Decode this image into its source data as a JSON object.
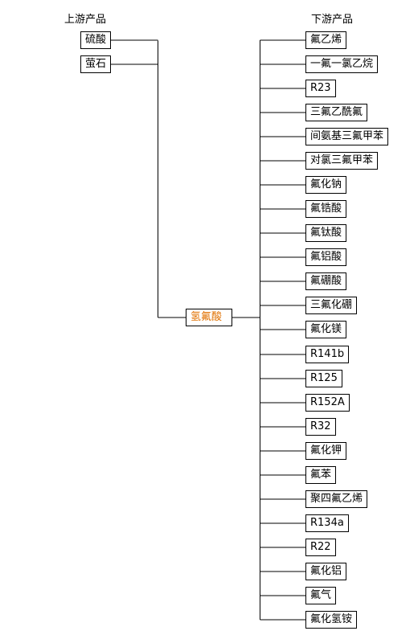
{
  "headers": {
    "upstream": "上游产品",
    "downstream": "下游产品"
  },
  "upstream": [
    "硫酸",
    "萤石"
  ],
  "center": "氢氟酸",
  "downstream": [
    "氟乙烯",
    "一氟一氯乙烷",
    "R23",
    "三氟乙酰氟",
    "间氨基三氟甲苯",
    "对氯三氟甲苯",
    "氟化钠",
    "氟锆酸",
    "氟钛酸",
    "氟铝酸",
    "氟硼酸",
    "三氟化硼",
    "氟化镁",
    "R141b",
    "R125",
    "R152A",
    "R32",
    "氟化钾",
    "氟苯",
    "聚四氟乙烯",
    "R134a",
    "R22",
    "氟化铝",
    "氟气",
    "氟化氢铵"
  ],
  "colors": {
    "center_text": "#e07000",
    "lines": "#000000"
  }
}
